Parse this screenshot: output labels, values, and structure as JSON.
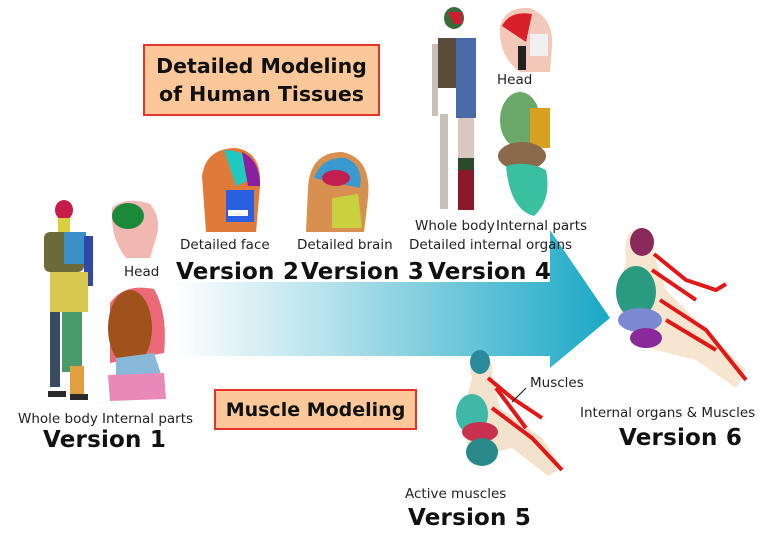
{
  "callouts": {
    "tissues_line1": "Detailed Modeling",
    "tissues_line2": "of Human Tissues",
    "muscle": "Muscle Modeling"
  },
  "versions": [
    {
      "label": "Version 1",
      "captions": [
        "Whole body",
        "Internal parts"
      ],
      "sub_labels": [
        "Head"
      ]
    },
    {
      "label": "Version 2",
      "captions": [
        "Detailed face"
      ]
    },
    {
      "label": "Version 3",
      "captions": [
        "Detailed brain"
      ]
    },
    {
      "label": "Version 4",
      "captions": [
        "Whole body",
        "Internal parts",
        "Detailed internal organs"
      ],
      "sub_labels": [
        "Head"
      ]
    },
    {
      "label": "Version 5",
      "captions": [
        "Active muscles"
      ],
      "sub_labels": [
        "Muscles"
      ]
    },
    {
      "label": "Version 6",
      "captions": [
        "Internal organs & Muscles"
      ]
    }
  ],
  "colors": {
    "callout_fill": "#fcc89a",
    "callout_border": "#e8332a",
    "arrow_start": "#ffffff",
    "arrow_end": "#1aa8c6"
  }
}
